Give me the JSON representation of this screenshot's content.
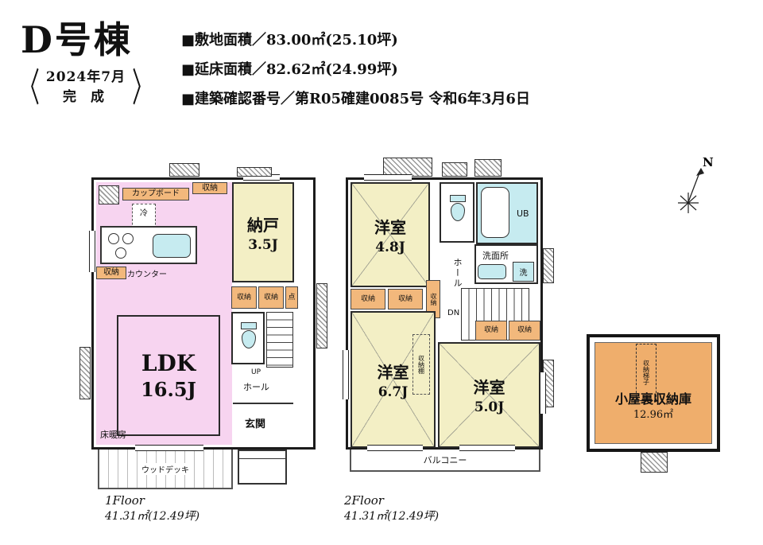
{
  "header": {
    "title": "D号棟",
    "completion_date": "2024年7月",
    "completion_label": "完 成",
    "bracket_left": "〈",
    "bracket_right": "〉",
    "specs": [
      "■敷地面積／83.00㎡(25.10坪)",
      "■延床面積／82.62㎡(24.99坪)",
      "■建築確認番号／第R05確建0085号 令和6年3月6日"
    ]
  },
  "compass": {
    "label": "N"
  },
  "floor1": {
    "name": "1Floor",
    "area": "41.31㎡(12.49坪)",
    "ldk": {
      "name": "LDK",
      "size": "16.5J"
    },
    "nando": {
      "name": "納戸",
      "size": "3.5J"
    },
    "cupboard": "カップボード",
    "fridge": "冷",
    "counter": "カウンター",
    "storage": "収納",
    "inspection": "点",
    "floor_heating": "床暖房",
    "hall": "ホール",
    "up": "UP",
    "entrance": "玄関",
    "wood_deck": "ウッドデッキ"
  },
  "floor2": {
    "name": "2Floor",
    "area": "41.31㎡(12.49坪)",
    "room_48": {
      "name": "洋室",
      "size": "4.8J"
    },
    "room_67": {
      "name": "洋室",
      "size": "6.7J"
    },
    "room_50": {
      "name": "洋室",
      "size": "5.0J"
    },
    "unit_bath": "UB",
    "washroom": "洗面所",
    "laundry": "洗",
    "hall": "ホール",
    "down": "DN",
    "storage": "収納",
    "shelf": "収納棚",
    "balcony": "バルコニー"
  },
  "attic": {
    "name": "小屋裏収納庫",
    "size": "12.96㎡",
    "ladder": "収納梯子"
  },
  "colors": {
    "ldk_pink": "#f7d4f0",
    "room_cream": "#f3efc5",
    "water_cyan": "#c6ebf0",
    "storage_orange": "#f2b87c",
    "attic_orange": "#efae6c",
    "wall": "#1b1b1b"
  }
}
